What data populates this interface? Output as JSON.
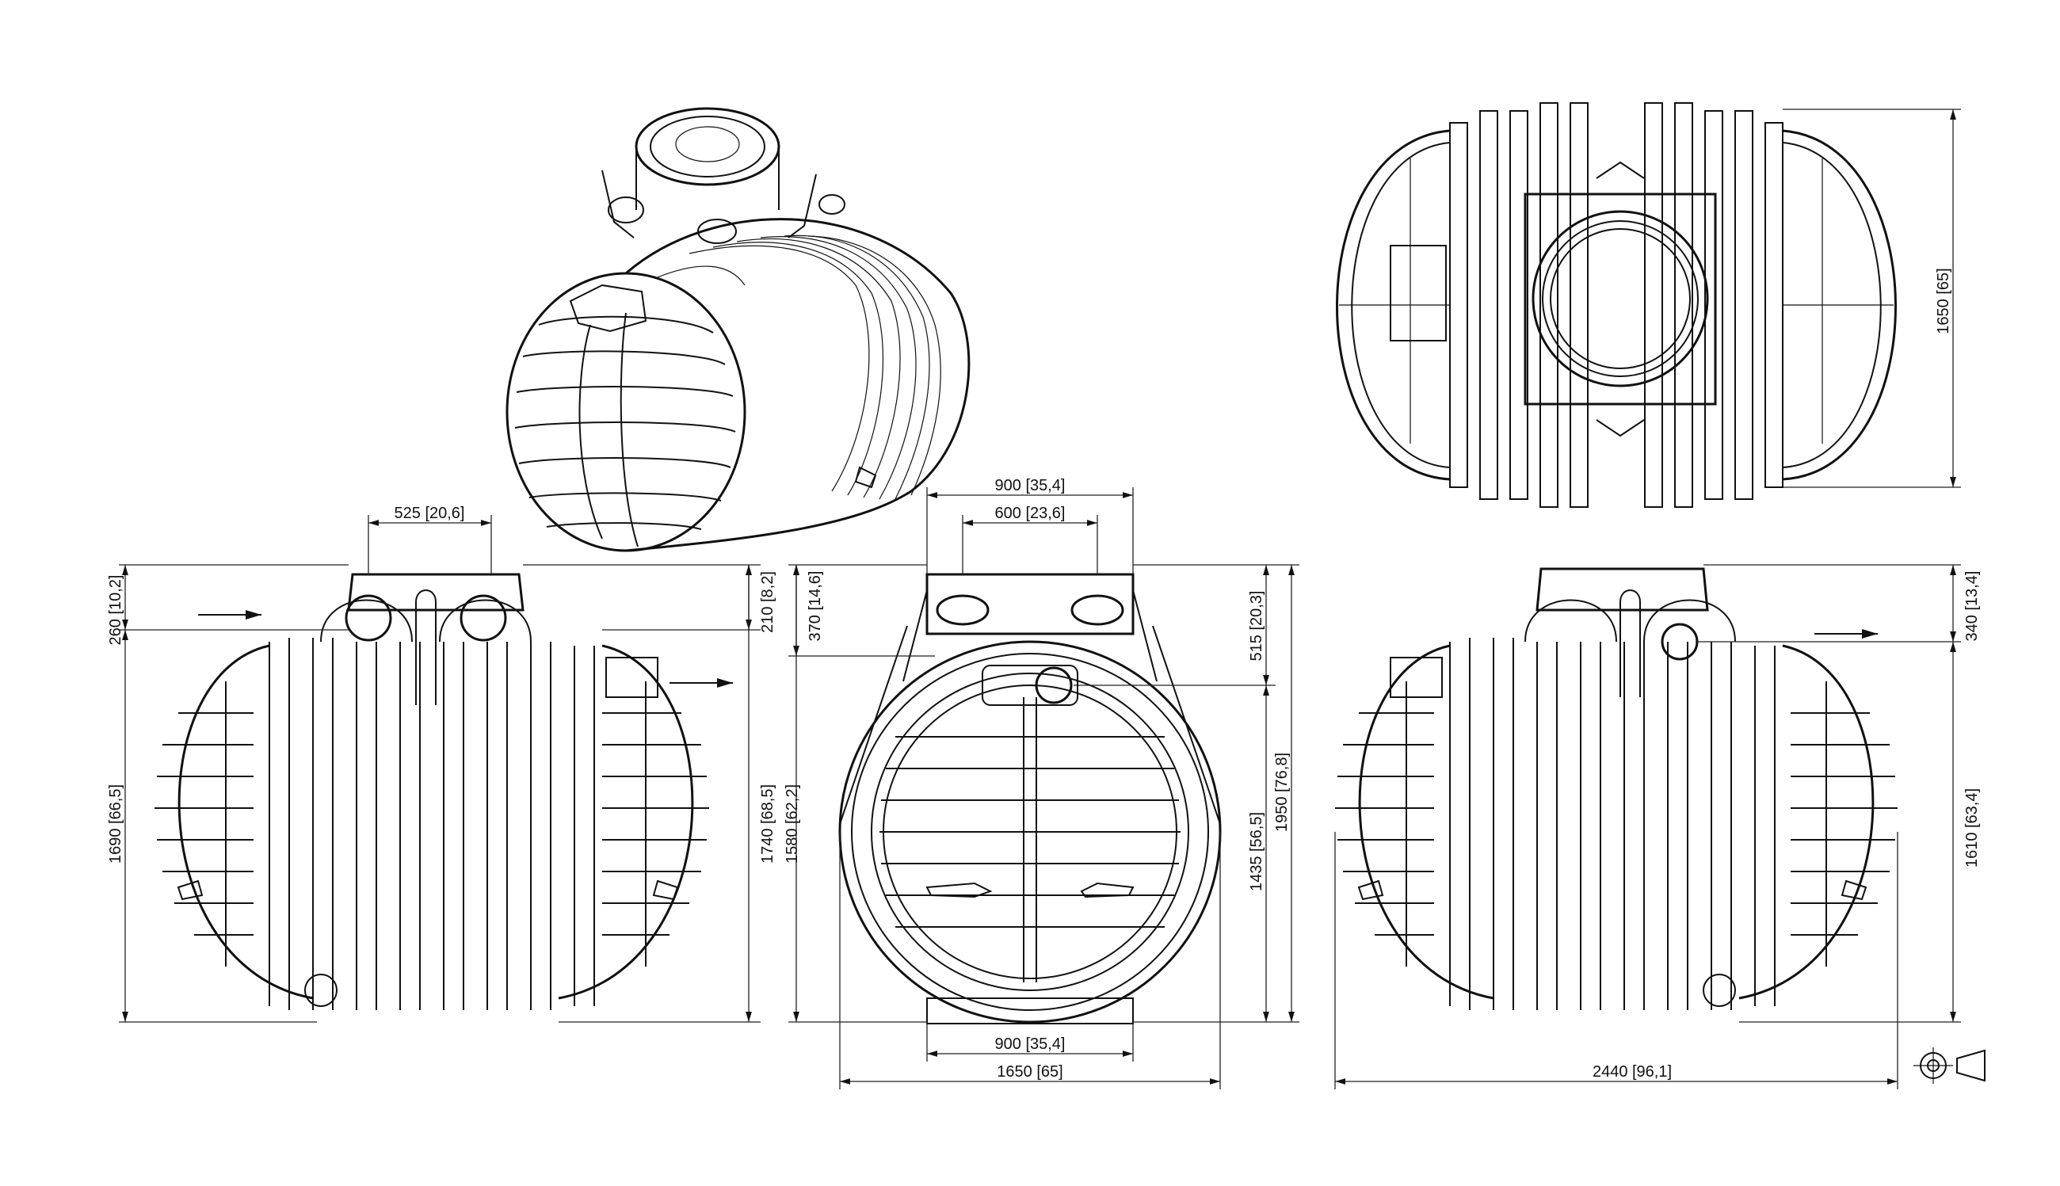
{
  "dimensions": {
    "top_view_height": "1650 [65]",
    "side_left_inlet_width": "525 [20,6]",
    "side_left_top_offset": "260 [10,2]",
    "side_left_height": "1690 [66,5]",
    "side_left_outlet_offset": "210 [8,2]",
    "side_left_total_height": "1740 [68,5]",
    "front_neck_outer": "900 [35,4]",
    "front_neck_inner": "600 [23,6]",
    "front_inlet_offset": "370 [14,6]",
    "front_body_height": "1580 [62,2]",
    "front_outlet_offset": "515 [20,3]",
    "front_outlet_height": "1435 [56,5]",
    "front_total_height": "1950 [76,8]",
    "front_base_width": "900 [35,4]",
    "front_total_width": "1650 [65]",
    "side_right_offset": "340 [13,4]",
    "side_right_height": "1610 [63,4]",
    "side_right_length": "2440 [96,1]"
  },
  "symbols": {
    "projection_symbol": "first-angle-projection-icon"
  }
}
